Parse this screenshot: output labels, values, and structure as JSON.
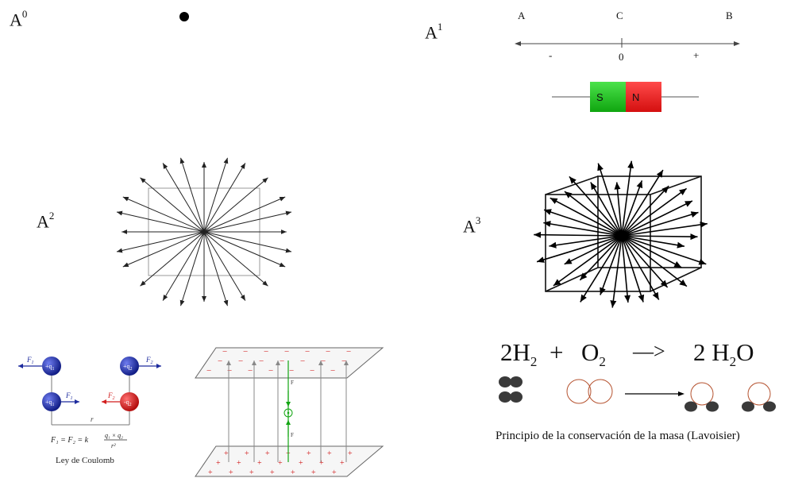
{
  "labels": {
    "a0_base": "A",
    "a0_exp": "0",
    "a1_base": "A",
    "a1_exp": "1",
    "a2_base": "A",
    "a2_exp": "2",
    "a3_base": "A",
    "a3_exp": "3"
  },
  "axis": {
    "point_a": "A",
    "point_c": "C",
    "point_b": "B",
    "minus": "-",
    "zero": "0",
    "plus": "+"
  },
  "magnet": {
    "south": "S",
    "north": "N",
    "south_color": "#1cbd1c",
    "north_color": "#e62626"
  },
  "coulomb": {
    "f1": "F",
    "f1_sub": "1",
    "f2": "F",
    "f2_sub": "2",
    "q1": "+q",
    "q1_sub": "1",
    "q2": "+q",
    "q2_sub": "2",
    "minus_q2": "-q",
    "minus_q2_sub": "2",
    "r": "r",
    "formula_lhs": "F₁ = F₂ = k",
    "formula_num": "q₁ × q₂",
    "formula_den": "r²",
    "caption": "Ley de Coulomb",
    "blue_color": "#1d2b9e",
    "red_color": "#d21e1e"
  },
  "capacitor": {
    "top_sign": "−",
    "bottom_sign": "+",
    "field_label": "F"
  },
  "reaction": {
    "h2": "2H",
    "h2_sub": "2",
    "plus": "+",
    "o2": "O",
    "o2_sub": "2",
    "arrow": "—>",
    "h2o_a": "2 H",
    "h2o_sub": "2",
    "h2o_b": "O",
    "caption": "Principio de la conservación de la masa (Lavoisier)"
  }
}
